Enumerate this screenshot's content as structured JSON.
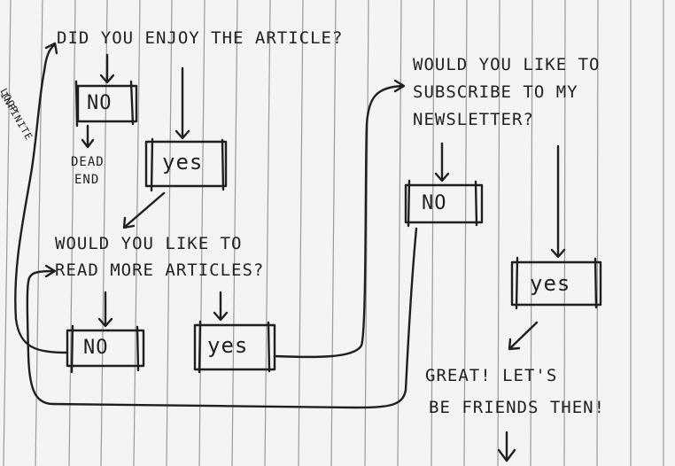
{
  "questions": {
    "q1": "Did you enjoy the article?",
    "q2_line1": "Would you like to",
    "q2_line2": "read more articles?",
    "q3_line1": "Would you like to",
    "q3_line2": "subscribe to my",
    "q3_line3": "newsletter?"
  },
  "answers": {
    "q1_no": "No",
    "q1_yes": "yes",
    "q2_no": "No",
    "q2_yes": "yes",
    "q3_no": "No",
    "q3_yes": "yes"
  },
  "notes": {
    "dead_end_line1": "Dead",
    "dead_end_line2": "end",
    "infinite_loop_line1": "Infinite",
    "infinite_loop_line2": "loop",
    "final_line1": "Great! Let's",
    "final_line2": "be friends then!"
  },
  "colors": {
    "ink": "#1f1f1f",
    "rule_lines": "#9a9a9a",
    "paper": "#f4f4f4"
  }
}
